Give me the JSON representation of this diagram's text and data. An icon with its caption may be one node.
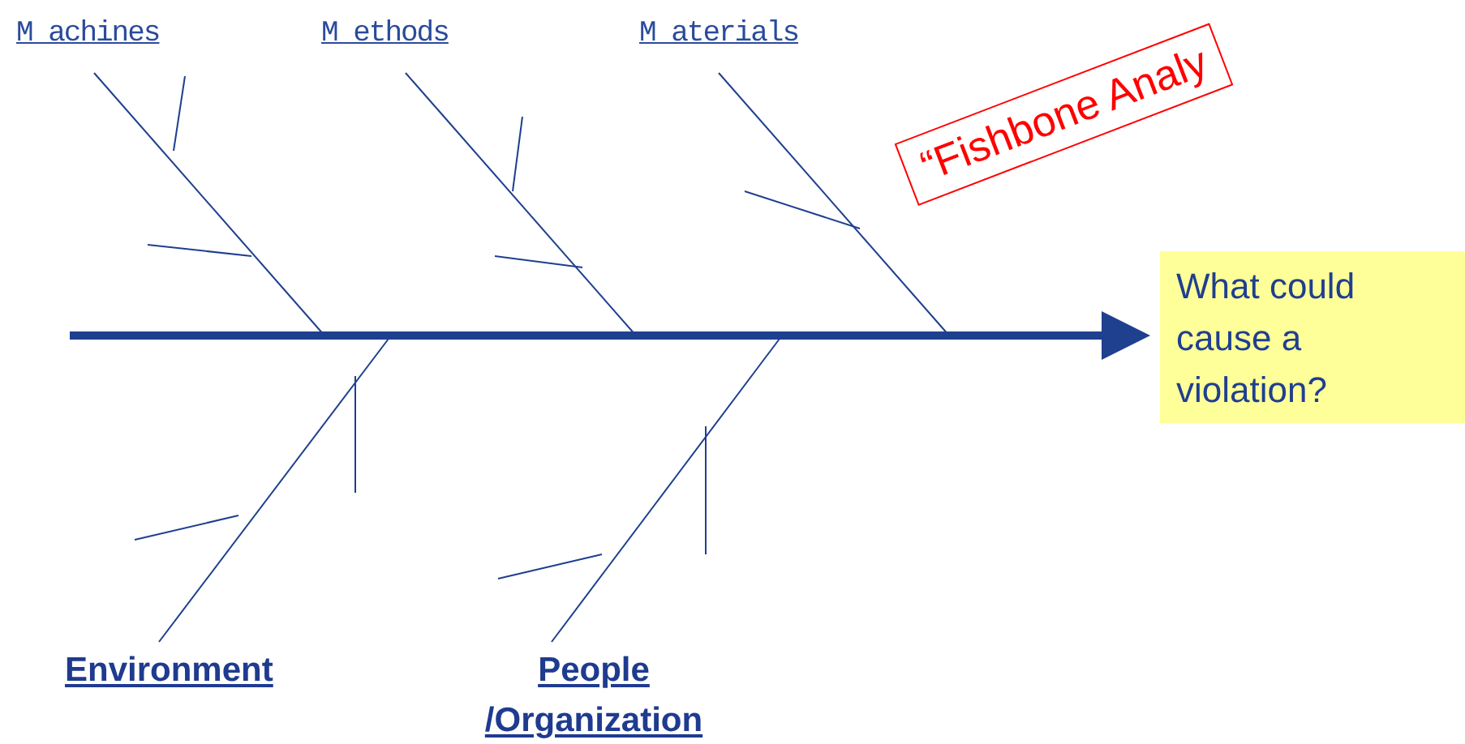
{
  "diagram": {
    "nodes": [
      {
        "text": [
          "M achines"
        ]
      },
      {
        "text": [
          "M ethods"
        ]
      },
      {
        "text": [
          "M aterials"
        ]
      },
      {
        "text": [
          "Environment"
        ]
      },
      {
        "text": [
          "People /Organization"
        ]
      },
      {
        "text": [
          "What could cause a violation?"
        ]
      },
      {
        "text": [
          "“Fishbone Analy"
        ]
      }
    ],
    "edges": [
      {
        "from": null,
        "to": 5,
        "arrow": "to",
        "style": "thick"
      },
      {
        "from": 0,
        "to": null,
        "arrow": "none"
      },
      {
        "from": 1,
        "to": null,
        "arrow": "none"
      },
      {
        "from": 2,
        "to": null,
        "arrow": "none"
      },
      {
        "from": 3,
        "to": null,
        "arrow": "none"
      },
      {
        "from": 4,
        "to": null,
        "arrow": "none"
      }
    ]
  }
}
